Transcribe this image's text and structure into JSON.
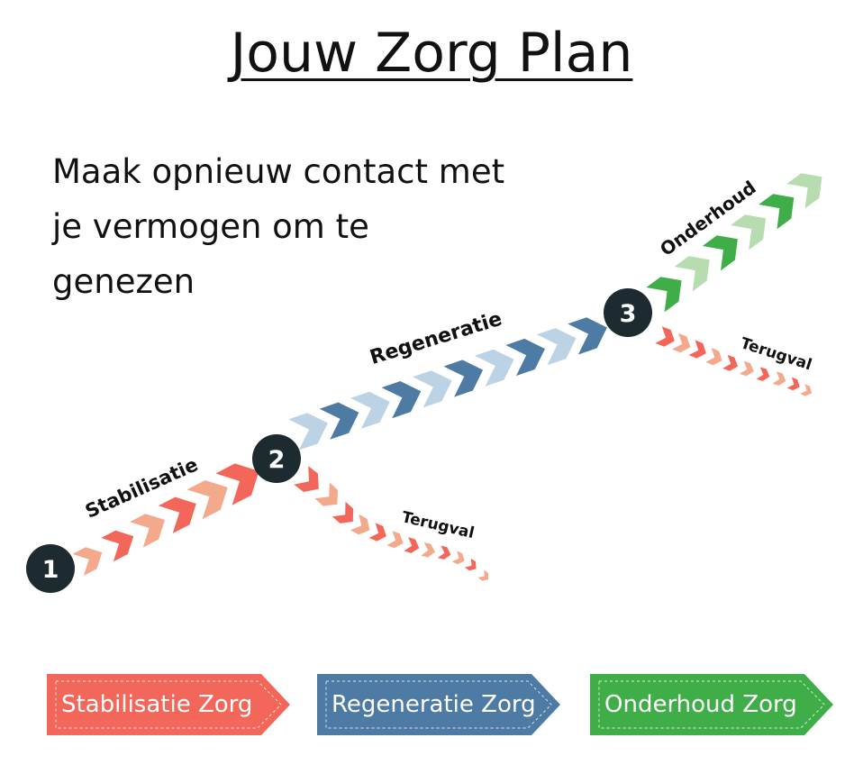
{
  "title": "Jouw Zorg Plan",
  "subtitle": "Maak opnieuw contact met je vermogen om te genezen",
  "colors": {
    "stabilisatie": "#f2675a",
    "stabilisatie_light": "#f3a98c",
    "regeneratie": "#4e7ba4",
    "regeneratie_light": "#bcd3e6",
    "onderhoud": "#3fae49",
    "onderhoud_light": "#b7dcb0",
    "node": "#1d2b30"
  },
  "nodes": [
    {
      "label": "1"
    },
    {
      "label": "2"
    },
    {
      "label": "3"
    }
  ],
  "phases": {
    "stabilisatie": "Stabilisatie",
    "regeneratie": "Regeneratie",
    "onderhoud": "Onderhoud",
    "terugval_1": "Terugval",
    "terugval_2": "Terugval"
  },
  "legend": [
    {
      "label": "Stabilisatie Zorg",
      "color": "#f2675a"
    },
    {
      "label": "Regeneratie Zorg",
      "color": "#4e7ba4"
    },
    {
      "label": "Onderhoud Zorg",
      "color": "#3fae49"
    }
  ]
}
